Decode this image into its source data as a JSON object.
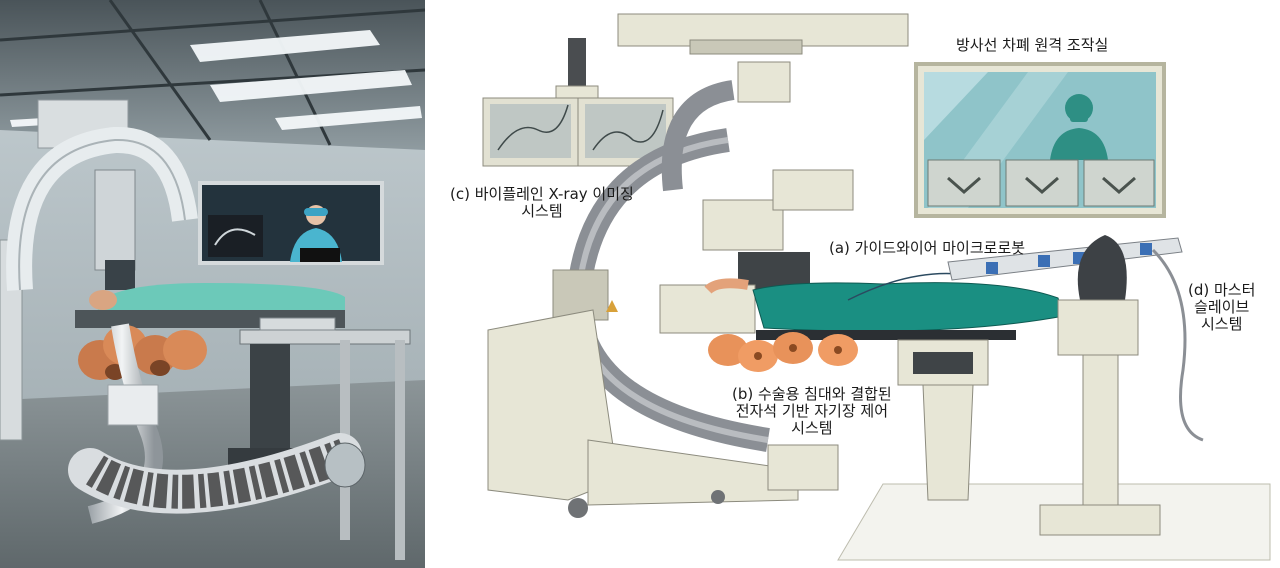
{
  "figure": {
    "left_panel": {
      "scene": "rendered operating room"
    },
    "labels": {
      "control_room": "방사선 차폐 원격 조작실",
      "xray": [
        "(c) 바이플레인 X-ray 이미징",
        "시스템"
      ],
      "guidewire": "(a) 가이드와이어 마이크로로봇",
      "master_slave": [
        "(d) 마스터",
        "슬레이브",
        "시스템"
      ],
      "em_system": [
        "(b) 수술용 침대와 결합된",
        "전자석 기반 자기장 제어",
        "시스템"
      ]
    },
    "colors": {
      "drape": "#1a8f82",
      "coil": "#e8925a",
      "machine": "#e7e6d6",
      "shadow": "#c9c8b8",
      "steel": "#8b8f95"
    }
  }
}
